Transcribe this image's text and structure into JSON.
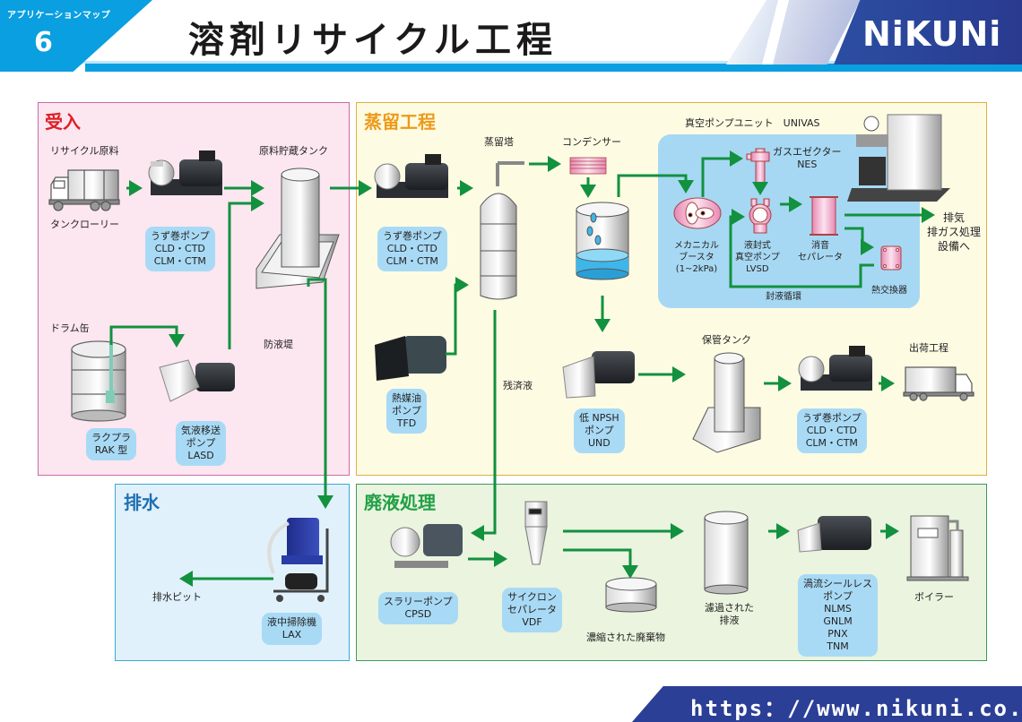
{
  "header": {
    "badge_label": "アプリケーションマップ",
    "badge_number": "6",
    "title": "溶剤リサイクル工程",
    "brand": "NiKUNi"
  },
  "colors": {
    "accent_blue": "#0a9fe0",
    "brand_navy": "#2b3f96",
    "flow_green": "#12913f",
    "badge_blue": "#a9daf5",
    "title_red": "#e01f26",
    "title_orange": "#ec9a1a",
    "title_blue": "#1f6fb2",
    "title_green": "#22a046"
  },
  "sections": {
    "ukeire": {
      "title": "受入",
      "recycle_material": "リサイクル原料",
      "tank_lorry": "タンクローリー",
      "storage_tank": "原料貯蔵タンク",
      "dike": "防液堤",
      "drum": "ドラム缶",
      "pump1": [
        "うず巻ポンプ",
        "CLD・CTD",
        "CLM・CTM"
      ],
      "rakupura": [
        "ラクプラ",
        "RAK 型"
      ],
      "lasd": [
        "気液移送",
        "ポンプ",
        "LASD"
      ]
    },
    "joryu": {
      "title": "蒸留工程",
      "pump_in": [
        "うず巻ポンプ",
        "CLD・CTD",
        "CLM・CTM"
      ],
      "tower": "蒸留塔",
      "condenser": "コンデンサー",
      "tfd": [
        "熱媒油",
        "ポンプ",
        "TFD"
      ],
      "residue": "残済液",
      "und": [
        "低 NPSH",
        "ポンプ",
        "UND"
      ],
      "storage": "保管タンク",
      "pump_out": [
        "うず巻ポンプ",
        "CLD・CTD",
        "CLM・CTM"
      ],
      "shipping": "出荷工程",
      "exhaust": [
        "排気",
        "排ガス処理",
        "設備へ"
      ]
    },
    "vacuum_unit": {
      "title": "真空ポンプユニット　UNIVAS",
      "ejector": [
        "ガスエゼクター",
        "NES"
      ],
      "booster": [
        "メカニカル",
        "ブースタ",
        "(1~2kPa)"
      ],
      "lvsd": [
        "液封式",
        "真空ポンプ",
        "LVSD"
      ],
      "separator": [
        "消音",
        "セパレータ"
      ],
      "heat_exchanger": "熱交換器",
      "seal_loop": "封液循環"
    },
    "haisui": {
      "title": "排水",
      "pit": "排水ピット",
      "lax": [
        "液中掃除機",
        "LAX"
      ]
    },
    "haieki": {
      "title": "廃液処理",
      "cpsd": [
        "スラリーポンプ",
        "CPSD"
      ],
      "vdf": [
        "サイクロン",
        "セパレータ",
        "VDF"
      ],
      "concentrated": "濃縮された廃棄物",
      "filtered": [
        "濾過された",
        "排液"
      ],
      "seal_less": [
        "渦流シールレス",
        "ポンプ",
        "NLMS",
        "GNLM",
        "PNX",
        "TNM"
      ],
      "boiler": "ボイラー"
    }
  },
  "footer": {
    "url": "https：//www.nikuni.co.jp"
  }
}
